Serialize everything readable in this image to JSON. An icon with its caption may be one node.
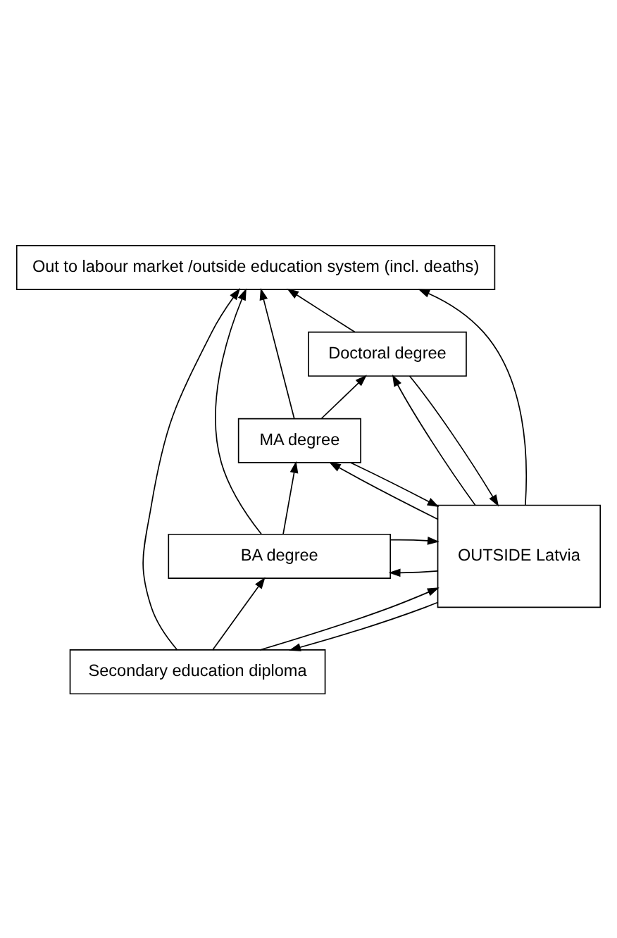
{
  "diagram": {
    "nodes": [
      {
        "text": [
          "Out to labour market /outside education system (incl. deaths)"
        ]
      },
      {
        "text": [
          "Doctoral degree"
        ]
      },
      {
        "text": [
          "MA degree"
        ]
      },
      {
        "text": [
          "BA degree"
        ]
      },
      {
        "text": [
          "Secondary education diploma"
        ]
      },
      {
        "text": [
          "OUTSIDE Latvia"
        ]
      }
    ],
    "edges": [
      {
        "from": 4,
        "to": 3,
        "arrow": "to"
      },
      {
        "from": 3,
        "to": 2,
        "arrow": "to"
      },
      {
        "from": 2,
        "to": 1,
        "arrow": "to"
      },
      {
        "from": 4,
        "to": 0,
        "arrow": "to"
      },
      {
        "from": 3,
        "to": 0,
        "arrow": "to"
      },
      {
        "from": 2,
        "to": 0,
        "arrow": "to"
      },
      {
        "from": 1,
        "to": 0,
        "arrow": "to"
      },
      {
        "from": 5,
        "to": 0,
        "arrow": "to"
      },
      {
        "from": 1,
        "to": 5,
        "arrow": "to"
      },
      {
        "from": 5,
        "to": 1,
        "arrow": "to"
      },
      {
        "from": 2,
        "to": 5,
        "arrow": "to"
      },
      {
        "from": 5,
        "to": 2,
        "arrow": "to"
      },
      {
        "from": 3,
        "to": 5,
        "arrow": "to"
      },
      {
        "from": 5,
        "to": 3,
        "arrow": "to"
      },
      {
        "from": 4,
        "to": 5,
        "arrow": "to"
      },
      {
        "from": 5,
        "to": 4,
        "arrow": "to"
      }
    ]
  }
}
